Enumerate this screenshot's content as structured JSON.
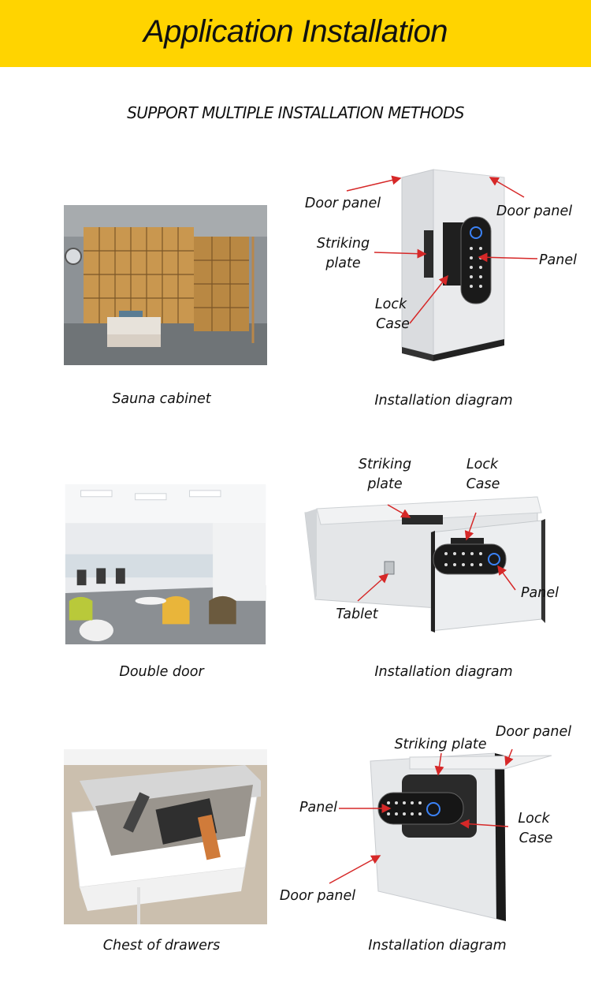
{
  "header": {
    "title": "Application Installation",
    "background": "#ffd400"
  },
  "subtitle": "SUPPORT MULTIPLE INSTALLATION METHODS",
  "accent_arrow_color": "#d62828",
  "sections": [
    {
      "photo_caption": "Sauna cabinet",
      "diagram_caption": "Installation diagram",
      "labels": {
        "door_panel_left": "Door panel",
        "door_panel_right": "Door panel",
        "striking_plate_1": "Striking",
        "striking_plate_2": "plate",
        "panel": "Panel",
        "lock_case_1": "Lock",
        "lock_case_2": "Case"
      }
    },
    {
      "photo_caption": "Double door",
      "diagram_caption": "Installation diagram",
      "labels": {
        "striking_plate_1": "Striking",
        "striking_plate_2": "plate",
        "lock_case_1": "Lock",
        "lock_case_2": "Case",
        "panel": "Panel",
        "tablet": "Tablet"
      }
    },
    {
      "photo_caption": "Chest of drawers",
      "diagram_caption": "Installation diagram",
      "labels": {
        "door_panel_top": "Door panel",
        "striking_plate": "Striking plate",
        "panel": "Panel",
        "lock_case_1": "Lock",
        "lock_case_2": "Case",
        "door_panel_bottom": "Door panel"
      }
    }
  ]
}
